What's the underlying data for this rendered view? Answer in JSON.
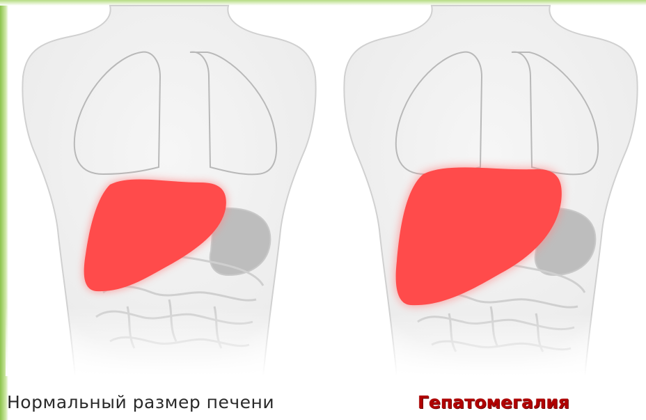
{
  "captions": {
    "normal": "Нормальный размер печени",
    "hepatomegaly": "Гепатомегалия"
  },
  "colors": {
    "liver": "#ff4b4b",
    "liver_glow": "#ff8a8a",
    "body_fill": "#efefef",
    "outline": "#b8b8b8",
    "stomach_shadow": "#bdbdbd",
    "caption_normal": "#2a2a2a",
    "caption_hepatomegaly": "#b00000"
  },
  "figures": [
    {
      "id": "normal",
      "liver_size": "normal"
    },
    {
      "id": "hepatomegaly",
      "liver_size": "enlarged"
    }
  ]
}
